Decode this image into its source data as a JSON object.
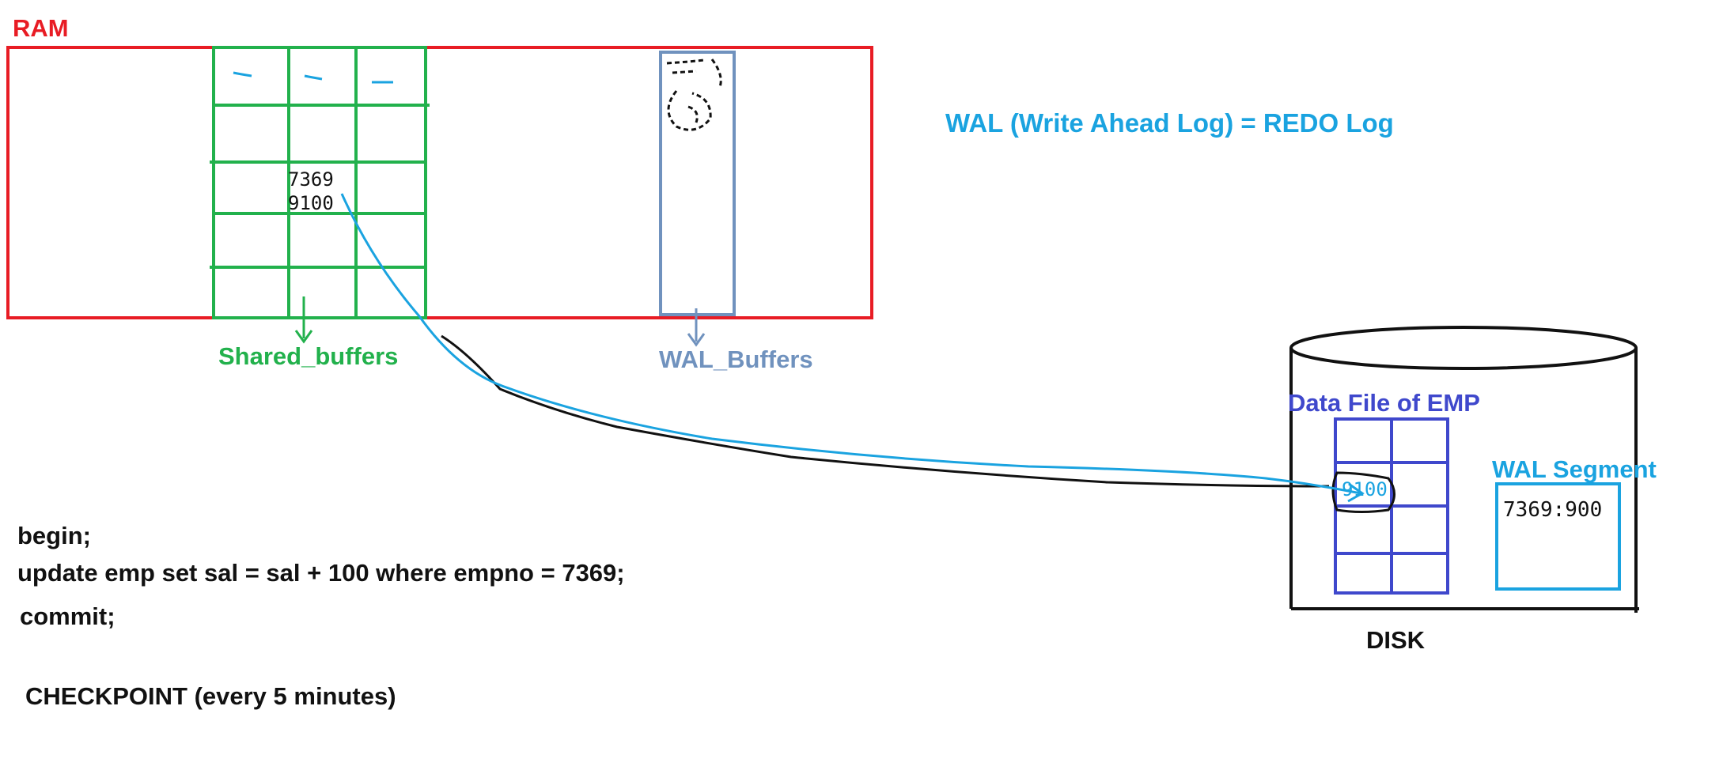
{
  "colors": {
    "ram": "#e81c24",
    "shared": "#22b14c",
    "wal_buffers": "#7092be",
    "wal_text": "#1aa3e0",
    "data_file": "#3f48cc",
    "black": "#111111"
  },
  "ram": {
    "label": "RAM"
  },
  "shared_buffers": {
    "label": "Shared_buffers",
    "cell_text_1": "7369",
    "cell_text_2": "9100"
  },
  "wal_buffers": {
    "label": "WAL_Buffers"
  },
  "wal_definition": "WAL (Write Ahead Log)  = REDO Log",
  "disk": {
    "label": "DISK",
    "data_file_label": "Data File of EMP",
    "data_cell_text": "9100",
    "wal_segment_label": "WAL Segment",
    "wal_segment_entry": "7369:900"
  },
  "sql": {
    "line1": "begin;",
    "line2": "update emp set sal = sal + 100 where empno = 7369;",
    "line3": "commit;",
    "line4": "CHECKPOINT   (every 5 minutes)"
  }
}
